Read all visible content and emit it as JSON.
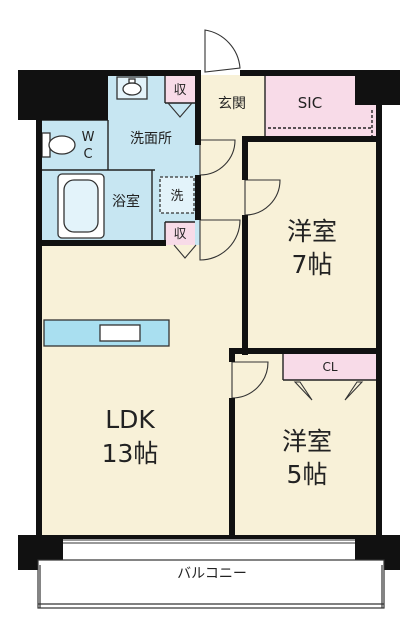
{
  "rooms": {
    "ldk": {
      "name": "LDK",
      "size": "13帖"
    },
    "western_room_7": {
      "name": "洋室",
      "size": "7帖"
    },
    "western_room_5": {
      "name": "洋室",
      "size": "5帖"
    },
    "washroom": "洗面所",
    "bathroom": "浴室",
    "entrance": "玄関",
    "sic": "SIC",
    "closet": "CL",
    "balcony": "バルコニー",
    "wc": [
      "W",
      "C"
    ],
    "storage_top": "収",
    "storage_bottom": "収",
    "washer": "洗"
  },
  "colors": {
    "floor": "#f8f1d8",
    "wet_area": "#c7e6f2",
    "storage": "#f8dbe8",
    "wall": "#111111",
    "counter": "#a9dff0"
  }
}
